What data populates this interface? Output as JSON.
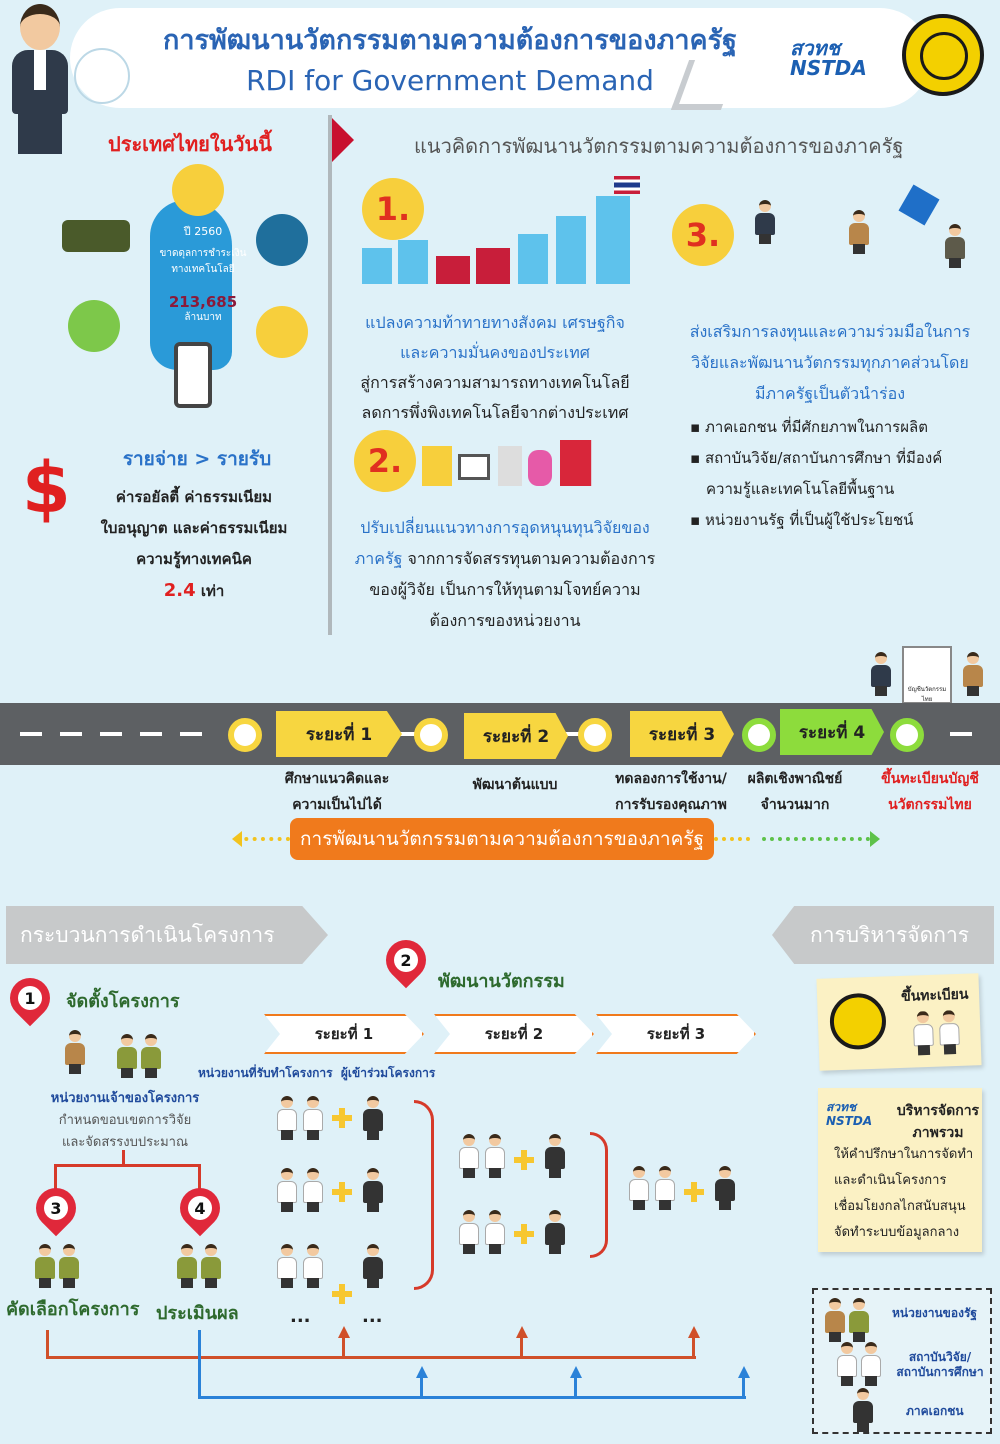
{
  "header": {
    "title_th": "การพัฒนานวัตกรรมตามความต้องการของภาครัฐ",
    "title_en": "RDI for Government Demand",
    "nstda_th": "สวทช",
    "nstda_en": "NSTDA"
  },
  "today": {
    "title": "ประเทศไทยในวันนี้",
    "year": "ปี 2560",
    "deficit_label": "ขาดดุลการชำระเงิน ทางเทคโนโลยี",
    "deficit_value": "213,685",
    "deficit_unit": "ล้านบาท",
    "expense_title": "รายจ่าย > รายรับ",
    "expense_desc_1": "ค่ารอยัลตี้ ค่าธรรมเนียม",
    "expense_desc_2": "ใบอนุญาต และค่าธรรมเนียม",
    "expense_desc_3": "ความรู้ทางเทคนิค",
    "expense_ratio": "2.4",
    "expense_ratio_unit": "เท่า"
  },
  "concept": {
    "title": "แนวคิดการพัฒนานวัตกรรมตามความต้องการของภาครัฐ",
    "item1": {
      "num": "1.",
      "blue_1": "แปลงความท้าทายทางสังคม เศรษฐกิจ",
      "blue_2": "และความมั่นคงของประเทศ",
      "dark_1": "สู่การสร้างความสามารถทางเทคโนโลยี",
      "dark_2": "ลดการพึ่งพิงเทคโนโลยีจากต่างประเทศ"
    },
    "item2": {
      "num": "2.",
      "blue_1": "ปรับเปลี่ยนแนวทางการอุดหนุนทุนวิจัยของ",
      "blue_2": "ภาครัฐ",
      "dark_2": "จากการจัดสรรทุนตามความต้องการ",
      "dark_3": "ของผู้วิจัย เป็นการให้ทุนตามโจทย์ความ",
      "dark_4": "ต้องการของหน่วยงาน"
    },
    "item3": {
      "num": "3.",
      "blue_1": "ส่งเสริมการลงทุนและความร่วมมือในการ",
      "blue_2": "วิจัยและพัฒนานวัตกรรมทุกภาคส่วนโดย",
      "blue_3": "มีภาครัฐเป็นตัวนำร่อง",
      "bullets": [
        "ภาคเอกชน ที่มีศักยภาพในการผลิต",
        "สถาบันวิจัย/สถาบันการศึกษา ที่มีองค์",
        "หน่วยงานรัฐ ที่เป็นผู้ใช้ประโยชน์"
      ],
      "bullet2_cont": "ความรู้และเทคโนโลยีพื้นฐาน"
    }
  },
  "roadmap": {
    "stages": [
      {
        "label": "ระยะที่ 1",
        "desc_1": "ศึกษาแนวคิดและ",
        "desc_2": "ความเป็นไปได้"
      },
      {
        "label": "ระยะที่ 2",
        "desc_1": "พัฒนาต้นแบบ",
        "desc_2": ""
      },
      {
        "label": "ระยะที่ 3",
        "desc_1": "ทดลองการใช้งาน/",
        "desc_2": "การรับรองคุณภาพ"
      },
      {
        "label": "ระยะที่ 4",
        "desc_1": "ผลิตเชิงพาณิชย์",
        "desc_2": "จำนวนมาก"
      }
    ],
    "final_1": "ขึ้นทะเบียนบัญชี",
    "final_2": "นวัตกรรมไทย",
    "bar_label": "การพัฒนานวัตกรรมตามความต้องการของภาครัฐ",
    "sign": "บัญชีนวัตกรรมไทย"
  },
  "process": {
    "title": "กระบวนการดำเนินโครงการ",
    "step1_num": "1",
    "step1_label": "จัดตั้งโครงการ",
    "owner_title": "หน่วยงานเจ้าของโครงการ",
    "owner_desc_1": "กำหนดขอบเขตการวิจัย",
    "owner_desc_2": "และจัดสรรงบประมาณ",
    "step2_num": "2",
    "step2_label": "พัฒนานวัตกรรม",
    "phases": [
      "ระยะที่ 1",
      "ระยะที่ 2",
      "ระยะที่ 3"
    ],
    "subtitle": "หน่วยงานที่รับทำโครงการ  ผู้เข้าร่วมโครงการ",
    "ellipsis": "...",
    "step3_num": "3",
    "step3_label": "คัดเลือกโครงการ",
    "step4_num": "4",
    "step4_label": "ประเมินผล"
  },
  "management": {
    "title": "การบริหารจัดการ",
    "register": "ขึ้นทะเบียน",
    "nstda": "สวทช NSTDA",
    "overall_1": "บริหารจัดการ",
    "overall_2": "ภาพรวม",
    "lines": [
      "ให้คำปรึกษาในการจัดทำ",
      "และดำเนินโครงการ",
      "เชื่อมโยงกลไกสนับสนุน",
      "จัดทำระบบข้อมูลกลาง"
    ]
  },
  "legend": {
    "gov": "หน่วยงานของรัฐ",
    "inst_1": "สถาบันวิจัย/",
    "inst_2": "สถาบันการศึกษา",
    "private": "ภาคเอกชน"
  },
  "colors": {
    "blue": "#2a64b4",
    "red": "#e02020",
    "orange": "#f07a1c",
    "yellow": "#f7cf3c",
    "green": "#8ddc3c",
    "road": "#5d6063"
  }
}
